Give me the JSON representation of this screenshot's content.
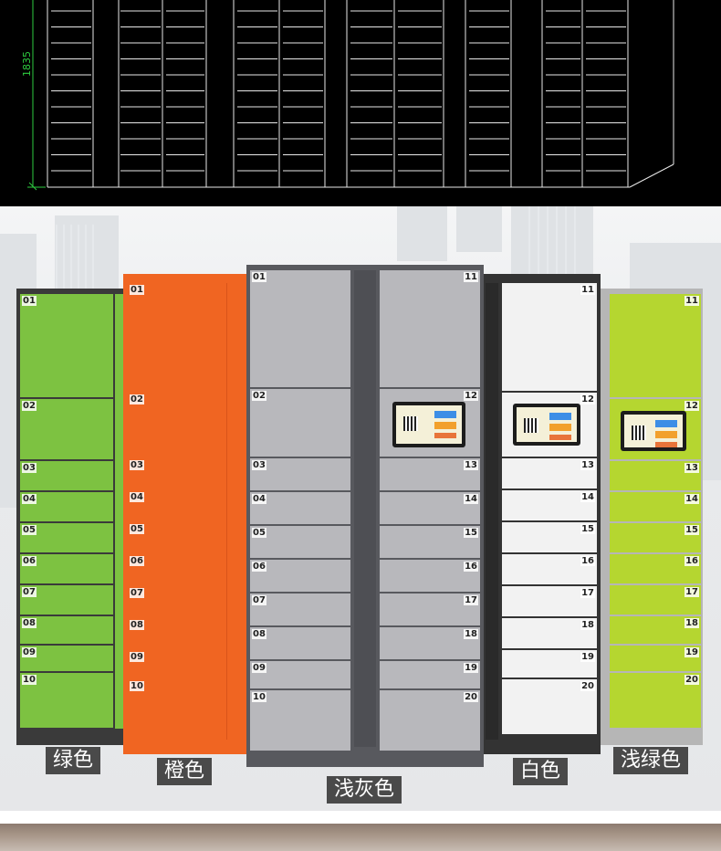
{
  "drawing": {
    "dimension_label": "1835",
    "line_color": "#e8e8e8",
    "dim_color": "#2ecc40"
  },
  "cabinets": {
    "green": {
      "label": "绿色",
      "color": "#7dc241",
      "left_numbers": [
        "01",
        "02",
        "03",
        "04",
        "05",
        "06",
        "07",
        "08",
        "09",
        "10"
      ]
    },
    "orange": {
      "label": "橙色",
      "color": "#f06522",
      "left_numbers": [
        "01",
        "02",
        "03",
        "04",
        "05",
        "06",
        "07",
        "08",
        "09",
        "10"
      ]
    },
    "light_gray": {
      "label": "浅灰色",
      "color": "#b8b8bc",
      "left_numbers": [
        "01",
        "02",
        "03",
        "04",
        "05",
        "06",
        "07",
        "08",
        "09",
        "10"
      ],
      "right_numbers": [
        "11",
        "12",
        "13",
        "14",
        "15",
        "16",
        "17",
        "18",
        "19",
        "20"
      ]
    },
    "white": {
      "label": "白色",
      "color": "#f2f2f2",
      "right_numbers": [
        "11",
        "12",
        "13",
        "14",
        "15",
        "16",
        "17",
        "18",
        "19",
        "20"
      ]
    },
    "light_green": {
      "label": "浅绿色",
      "color": "#b5d630",
      "right_numbers": [
        "11",
        "12",
        "13",
        "14",
        "15",
        "16",
        "17",
        "18",
        "19",
        "20"
      ]
    }
  }
}
